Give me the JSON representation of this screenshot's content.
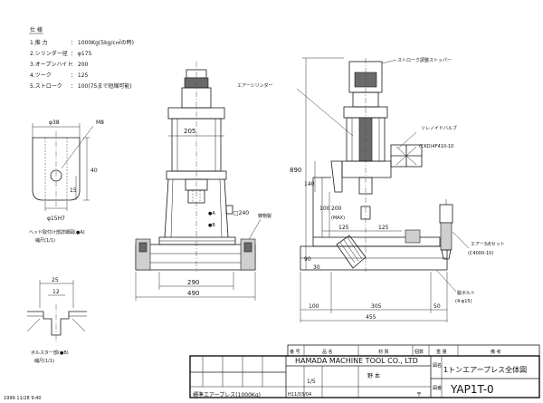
{
  "specs": {
    "heading": "仕 様",
    "items": [
      {
        "label": "1.推 力",
        "value": "： 1000Kg(5kg/c㎡の時)"
      },
      {
        "label": "2.シリンダー径",
        "value": "： φ175"
      },
      {
        "label": "3.オープンハイト",
        "value": "： 200"
      },
      {
        "label": "4.ツーク",
        "value": "： 125"
      },
      {
        "label": "5.ストローク",
        "value": "： 100(75まで短縮可能)"
      }
    ]
  },
  "head_detail": {
    "dim_top": "φ38",
    "dim_m": "M8",
    "dim_40": "40",
    "dim_15": "15",
    "dim_bottom": "φ15H7",
    "caption1": "ヘッド取付け部詳細図(●A)",
    "caption2": "縮尺(1/1)"
  },
  "bolster_detail": {
    "dim_25": "25",
    "dim_12": "12",
    "caption1": "ボルスター部(●B)",
    "caption2": "縮尺(1/1)"
  },
  "front_view": {
    "dim_205": "205",
    "mark_a": "●A",
    "mark_b": "●B",
    "dim_240": "□240",
    "anchor": "鋳物製",
    "dim_290": "290",
    "dim_490": "490"
  },
  "side_view": {
    "label_stopper": "ストローク調整ストッパー",
    "label_cylinder": "エアーシリンダー",
    "label_valve1": "ソレノイドバルブ",
    "label_valve2": "(CKD)4F410-10",
    "label_air1": "エアー3点セット",
    "label_air2": "(C4000-10)",
    "label_bolt1": "脇ボルト",
    "label_bolt2": "(4-φ15)",
    "dim_890": "890",
    "dim_140": "140",
    "dim_100": "100",
    "dim_200": "200",
    "dim_max": "(MAX)",
    "dim_125a": "125",
    "dim_125b": "125",
    "dim_90": "90",
    "dim_30": "30",
    "dim_b100": "100",
    "dim_305": "305",
    "dim_50": "50",
    "dim_455": "455"
  },
  "title_block": {
    "h_no": "番 号",
    "h_name": "品 名",
    "h_material": "材 質",
    "h_qty": "個数",
    "h_weight": "重 量",
    "h_note": "備 考",
    "company": "HAMADA MACHINE TOOL CO., LTD",
    "drawing_title": "1トンエアープレス全体図",
    "drawing_no": "YAP1T-0",
    "scale": "1/5",
    "designer": "野 本",
    "product_name": "標準エアープレス(1000Kg)",
    "date": "H11/03/04",
    "stamp_right": "〒",
    "label_zu": "図名",
    "label_ban": "図番"
  },
  "footer_stamp": "1999.11/28 9:40"
}
